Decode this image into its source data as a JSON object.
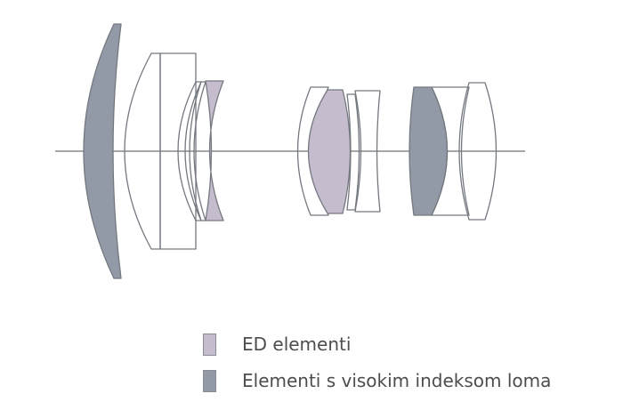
{
  "colors": {
    "ed": "#c5bccd",
    "high_index": "#939aa7",
    "outline": "#747980",
    "axis": "#6f7378"
  },
  "legend": [
    {
      "label": "ED elementi",
      "kind": "ed"
    },
    {
      "label": "Elementi s visokim indeksom loma",
      "kind": "high_index"
    }
  ]
}
